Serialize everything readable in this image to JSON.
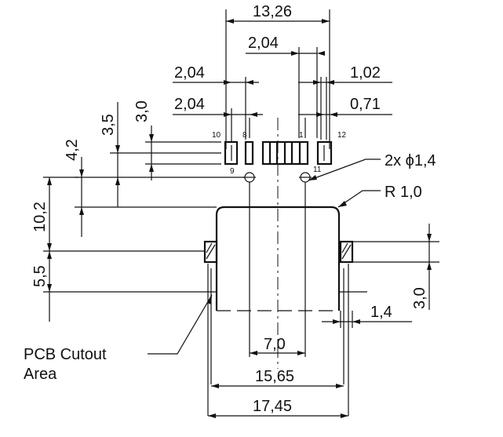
{
  "dimensions": {
    "top_width": "13,26",
    "pin_spacing_mid": "2,04",
    "pin_pitch_left_upper": "2,04",
    "pin_pitch_left_lower": "2,04",
    "pin_pitch_right_upper": "1,02",
    "pin_pitch_right_lower": "0,71",
    "row_offset": "3,0",
    "hole_row_offset": "3,5",
    "body_offset": "4,2",
    "body_to_pads": "10,2",
    "slot_offset": "5,5",
    "slot_height": "3,0",
    "slot_width": "1,4",
    "slot_spacing": "7,0",
    "body_width": "15,65",
    "cutout_width": "17,45"
  },
  "callouts": {
    "holes": "2x ϕ1,4",
    "corner_radius": "R 1,0",
    "pcb_cutout_line1": "PCB Cutout",
    "pcb_cutout_line2": "Area"
  },
  "pin_numbers": {
    "p10": "10",
    "p8": "8",
    "p1": "1",
    "p12": "12",
    "p9": "9",
    "p11": "11"
  }
}
